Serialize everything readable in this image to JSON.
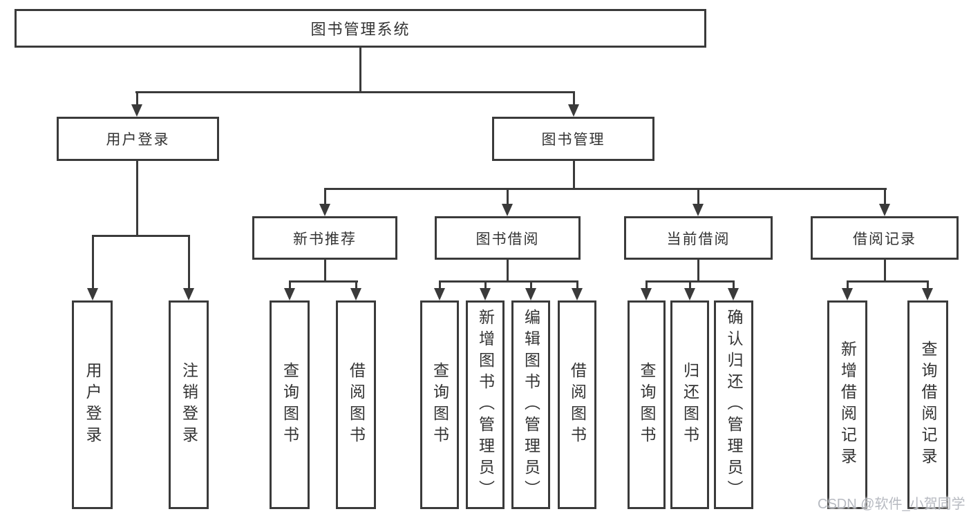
{
  "diagram": {
    "type": "tree",
    "watermark": "CSDN @软件_小贺同学",
    "colors": {
      "line": "#3a3a3a",
      "text": "#333333",
      "background": "#ffffff",
      "watermark": "rgba(170,174,182,0.85)"
    },
    "root": {
      "label": "图书管理系统",
      "children": [
        {
          "label": "用户登录",
          "children": [
            {
              "label": "用户登录"
            },
            {
              "label": "注销登录"
            }
          ]
        },
        {
          "label": "图书管理",
          "children": [
            {
              "label": "新书推荐",
              "children": [
                {
                  "label": "查询图书"
                },
                {
                  "label": "借阅图书"
                }
              ]
            },
            {
              "label": "图书借阅",
              "children": [
                {
                  "label": "查询图书"
                },
                {
                  "label": "新增图书（管理员）"
                },
                {
                  "label": "编辑图书（管理员）"
                },
                {
                  "label": "借阅图书"
                }
              ]
            },
            {
              "label": "当前借阅",
              "children": [
                {
                  "label": "查询图书"
                },
                {
                  "label": "归还图书"
                },
                {
                  "label": "确认归还（管理员）"
                }
              ]
            },
            {
              "label": "借阅记录",
              "children": [
                {
                  "label": "新增借阅记录"
                },
                {
                  "label": "查询借阅记录"
                }
              ]
            }
          ]
        }
      ]
    }
  }
}
